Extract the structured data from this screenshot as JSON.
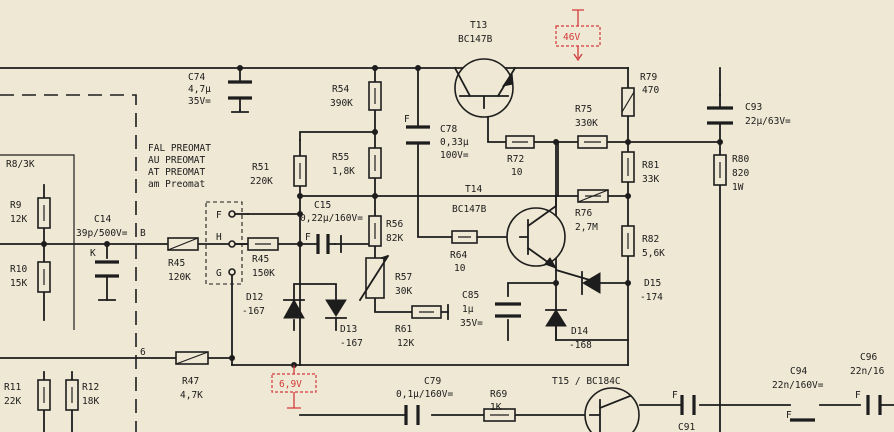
{
  "voltage_markers": {
    "top": "46V",
    "bottom": "6,9V"
  },
  "modes": {
    "line1": "FAL PREOMAT",
    "line2": "AU PREOMAT",
    "line3": "AT PREOMAT",
    "line4": "am Preomat"
  },
  "switch_positions": {
    "f": "F",
    "h": "H",
    "g": "G"
  },
  "nodes": {
    "b": "B",
    "k": "K",
    "f_c78": "F",
    "f_c15": "F",
    "f_c91": "F",
    "f_c94": "F",
    "f_c96": "F",
    "six": "6"
  },
  "components": {
    "t13": {
      "name": "T13",
      "type": "BC147B"
    },
    "t14": {
      "name": "T14",
      "type": "BC147B"
    },
    "t15": {
      "name": "T15 / BC184C"
    },
    "c74": {
      "name": "C74",
      "v1": "4,7µ",
      "v2": "35V="
    },
    "r54": {
      "name": "R54",
      "value": "390K"
    },
    "c78": {
      "name": "C78",
      "v1": "0,33µ",
      "v2": "100V="
    },
    "r79": {
      "name": "R79",
      "value": "470"
    },
    "r75": {
      "name": "R75",
      "value": "330K"
    },
    "c93": {
      "name": "C93",
      "value": "22µ/63V="
    },
    "r72": {
      "name": "R72",
      "value": "10"
    },
    "r81": {
      "name": "R81",
      "value": "33K"
    },
    "r80": {
      "name": "R80",
      "v1": "820",
      "v2": "1W"
    },
    "r51": {
      "name": "R51",
      "value": "220K"
    },
    "r55": {
      "name": "R55",
      "value": "1,8K"
    },
    "c15": {
      "name": "C15",
      "value": "0,22µ/160V="
    },
    "r56": {
      "name": "R56",
      "value": "82K"
    },
    "r76": {
      "name": "R76",
      "value": "2,7M"
    },
    "r82": {
      "name": "R82",
      "value": "5,6K"
    },
    "r64": {
      "name": "R64",
      "value": "10"
    },
    "c14": {
      "name": "C14",
      "value": "39p/500V="
    },
    "r8": {
      "name": "R8/3K"
    },
    "r9": {
      "name": "R9",
      "value": "12K"
    },
    "r10": {
      "name": "R10",
      "value": "15K"
    },
    "r45a": {
      "name": "R45",
      "value": "120K"
    },
    "r45b": {
      "name": "R45",
      "value": "150K"
    },
    "r57": {
      "name": "R57",
      "value": "30K"
    },
    "d12": {
      "name": "D12",
      "value": "-167"
    },
    "d13": {
      "name": "D13",
      "value": "-167"
    },
    "c85": {
      "name": "C85",
      "v1": "1µ",
      "v2": "35V="
    },
    "d15": {
      "name": "D15",
      "value": "-174"
    },
    "d14": {
      "name": "D14",
      "value": "-168"
    },
    "r61": {
      "name": "R61",
      "value": "12K"
    },
    "r47": {
      "name": "R47",
      "value": "4,7K"
    },
    "c79": {
      "name": "C79",
      "value": "0,1µ/160V="
    },
    "r69": {
      "name": "R69",
      "value": "1K"
    },
    "c91": {
      "name": "C91"
    },
    "c94": {
      "name": "C94",
      "value": "22n/160V="
    },
    "c96": {
      "name": "C96",
      "value": "22n/16"
    },
    "r11": {
      "name": "R11",
      "value": "22K"
    },
    "r12": {
      "name": "R12",
      "value": "18K"
    }
  }
}
